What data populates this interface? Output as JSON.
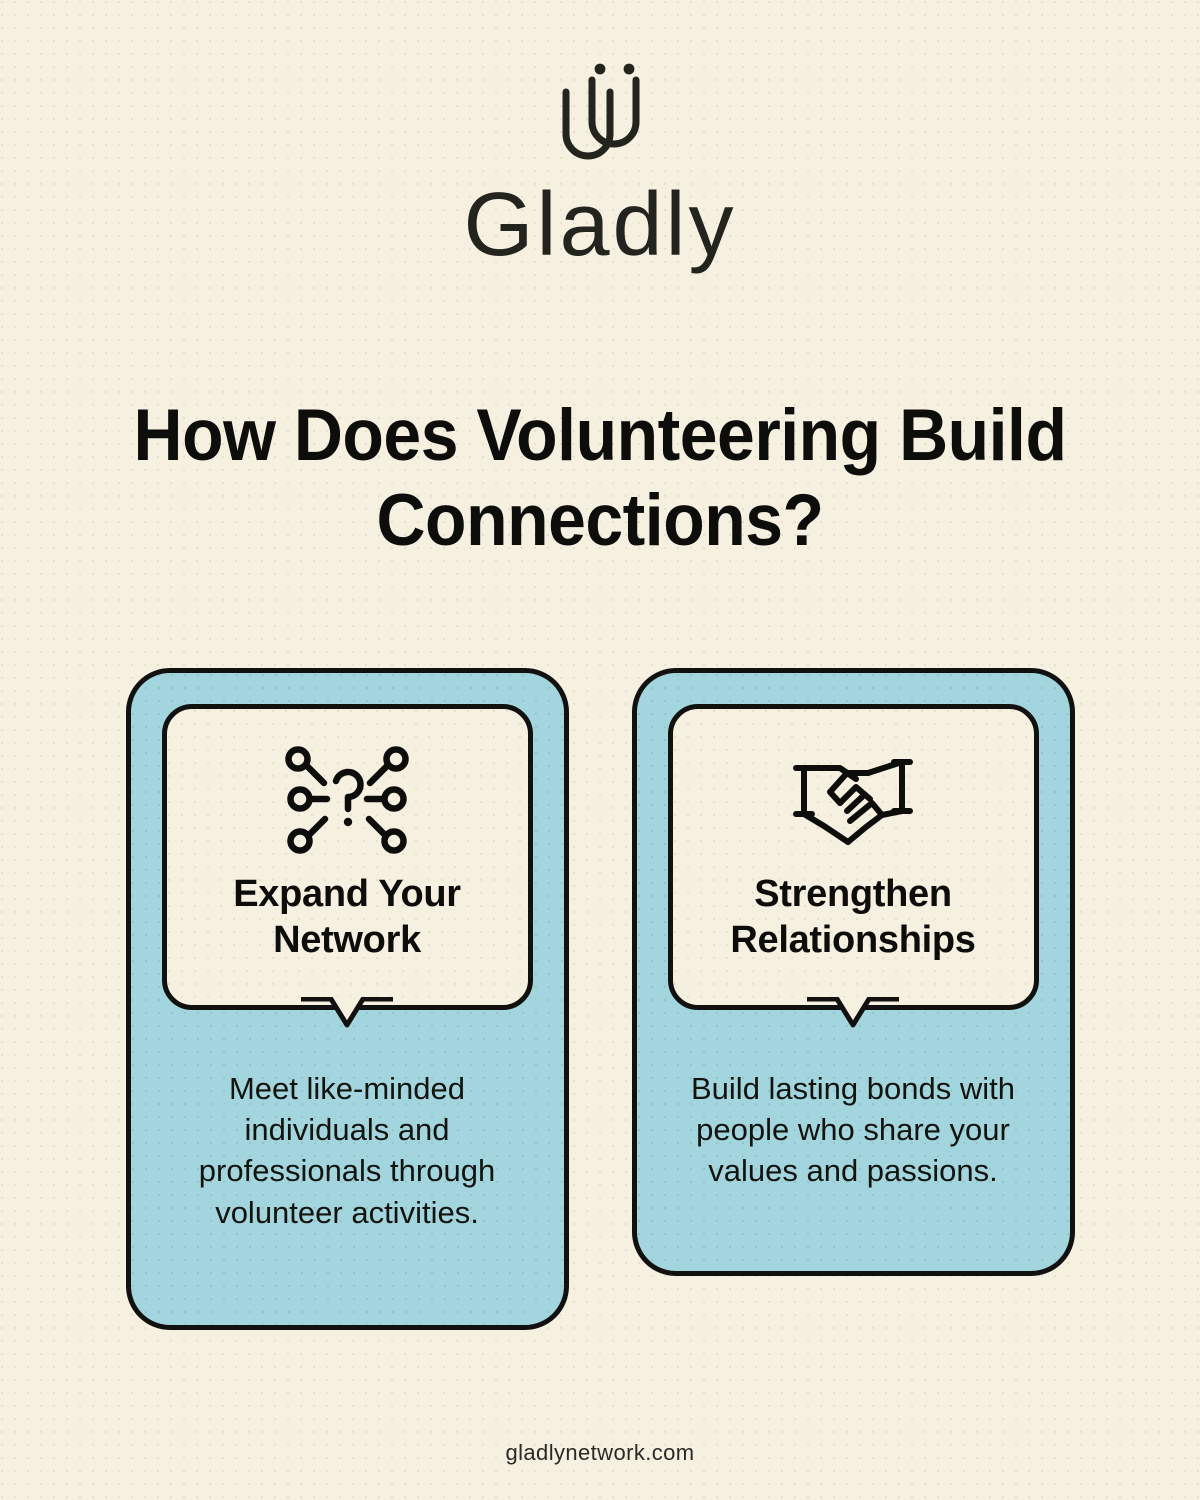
{
  "background_color": "#f6f0e1",
  "accent_color": "#a3d5de",
  "ink_color": "#111110",
  "brand": {
    "logo_icon": "gladly-smile-mark-icon",
    "name": "Gladly"
  },
  "headline": "How Does Volunteering Build Connections?",
  "cards": [
    {
      "icon": "network-question-nodes-icon",
      "title": "Expand Your Network",
      "body": "Meet like-minded individuals and professionals through volunteer activities."
    },
    {
      "icon": "handshake-icon",
      "title": "Strengthen Relationships",
      "body": "Build lasting bonds with people who share your values and passions."
    }
  ],
  "footer": {
    "website": "gladlynetwork.com"
  }
}
